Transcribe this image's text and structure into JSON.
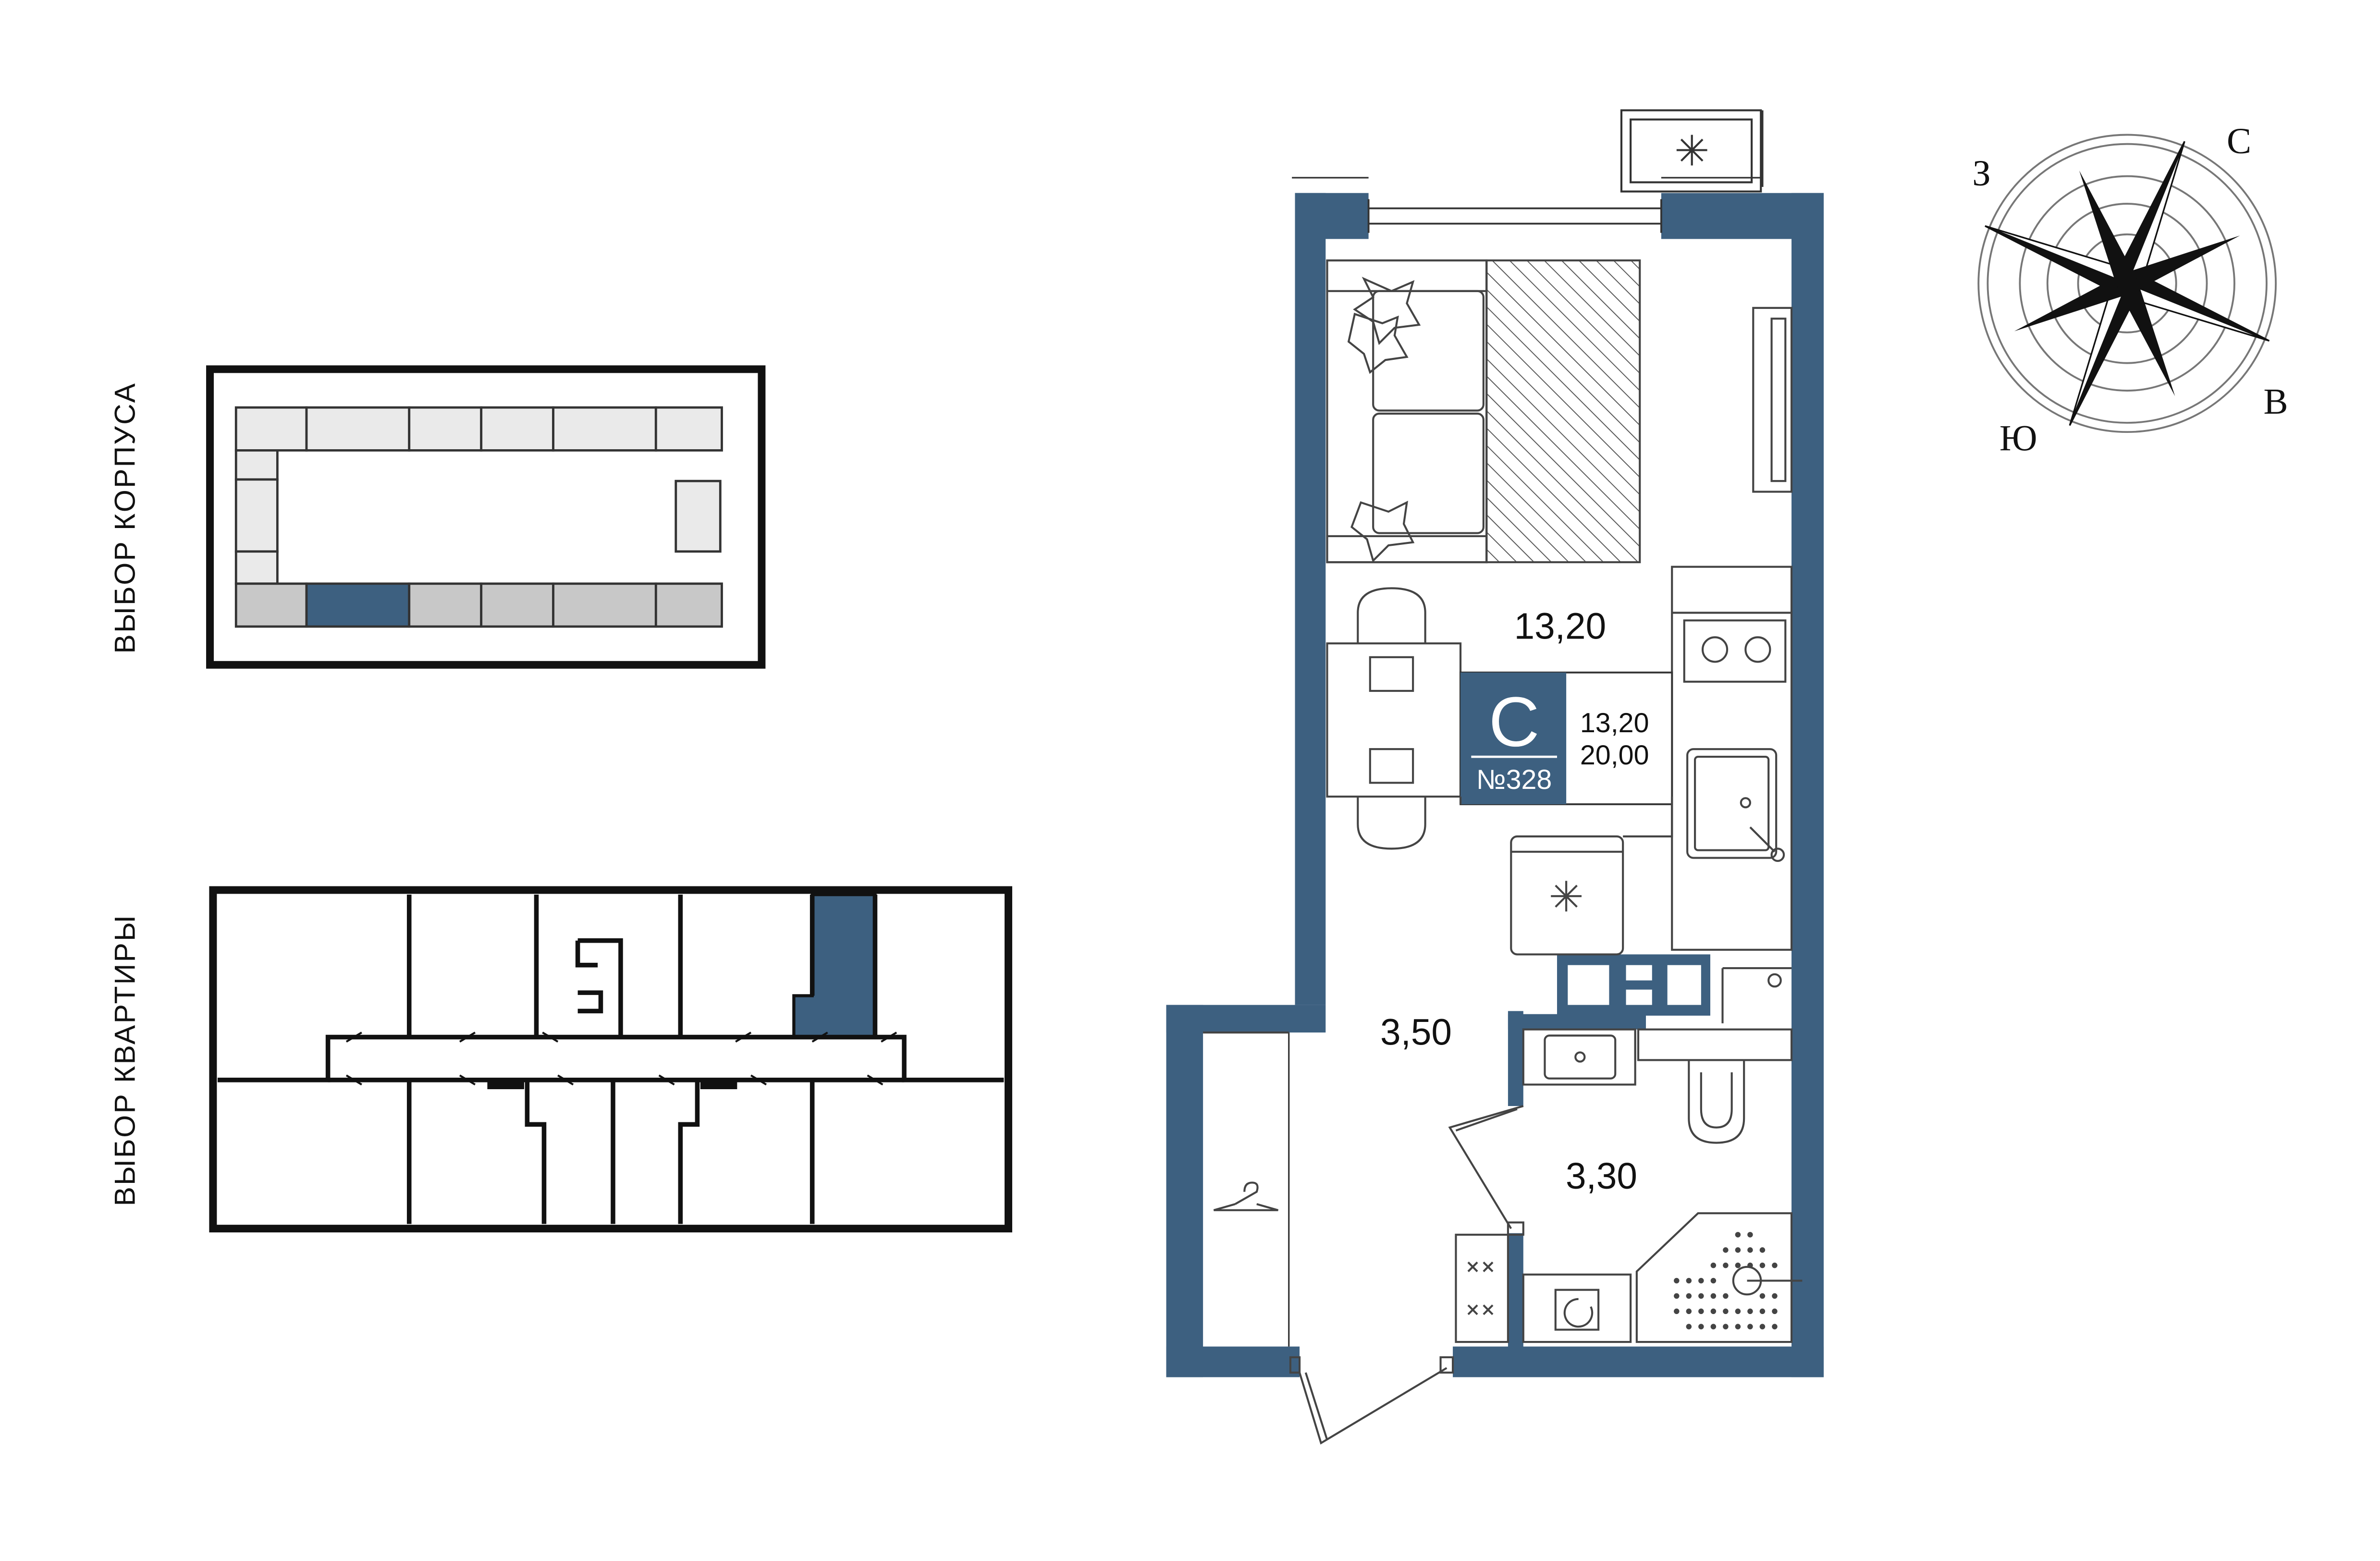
{
  "labels": {
    "building_selection": "ВЫБОР КОРПУСА",
    "apartment_selection": "ВЫБОР КВАРТИРЫ"
  },
  "apartment": {
    "type": "С",
    "number": "№328",
    "living_area": "13,20",
    "total_area": "20,00"
  },
  "rooms": {
    "main_room": "13,20",
    "hallway": "3,50",
    "bathroom": "3,30"
  },
  "compass": {
    "north": "С",
    "south": "Ю",
    "east": "В",
    "west": "З"
  },
  "colors": {
    "accent": "#3D6080",
    "wall": "#3D6080",
    "inactive_block": "#EAEAEA",
    "selected_row": "#C8C8C8"
  }
}
